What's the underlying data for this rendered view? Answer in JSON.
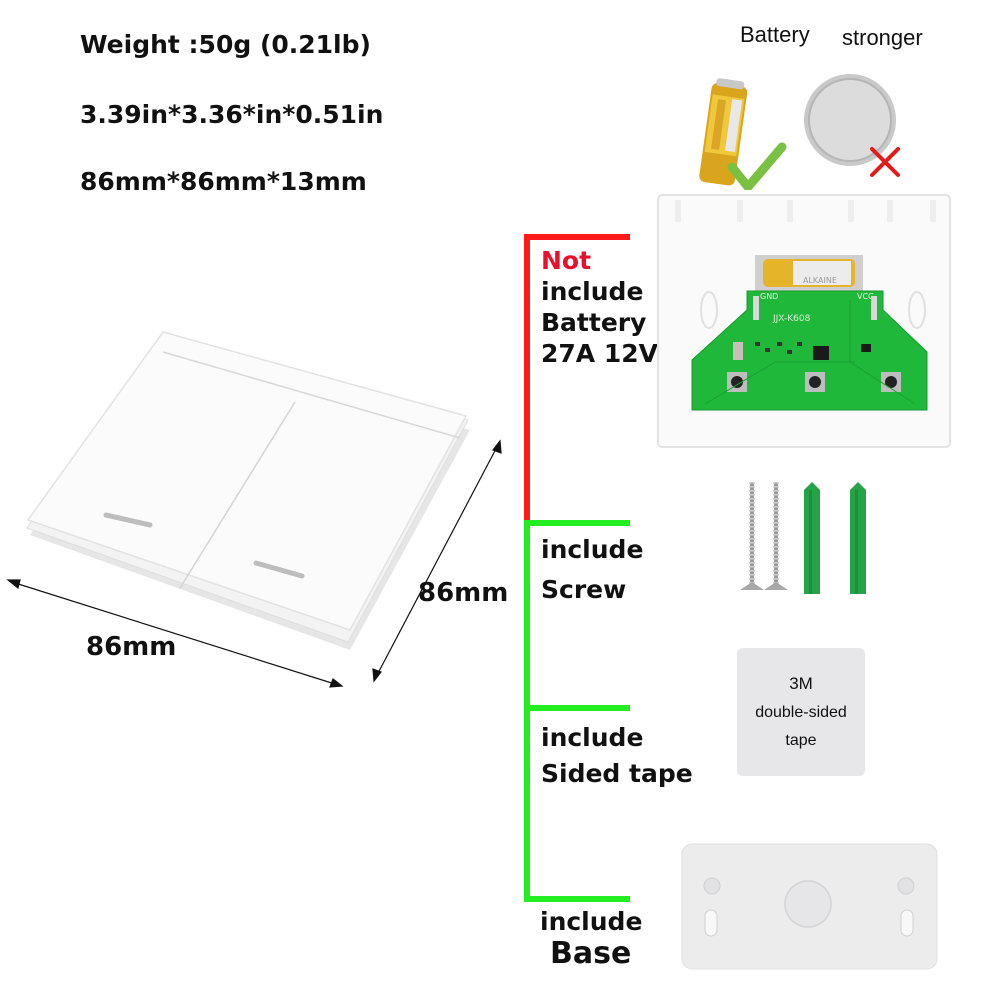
{
  "specs": {
    "weight": "Weight :50g (0.21lb)",
    "inches": "3.39in*3.36*in*0.51in",
    "millimeters": "86mm*86mm*13mm"
  },
  "battery_compare": {
    "caption_left": "Battery",
    "caption_right": "stronger",
    "recommended": {
      "type": "27A cylindrical battery",
      "mark": "check"
    },
    "not_recommended": {
      "type": "coin cell battery",
      "mark": "cross"
    }
  },
  "switch_device": {
    "width_label": "86mm",
    "height_label": "86mm",
    "buttons": 2
  },
  "pcb": {
    "model": "JJX-K608",
    "pin_left": "GND",
    "pin_right": "VCC",
    "battery_text": "ALKAINE"
  },
  "package_items": [
    {
      "status": "Not",
      "lines": [
        "include",
        "Battery",
        "27A 12V"
      ],
      "color": "#ff1a1a"
    },
    {
      "lines": [
        "include",
        "Screw"
      ],
      "color": "#22ee22"
    },
    {
      "lines": [
        "include",
        "Sided tape"
      ],
      "color": "#22ee22"
    },
    {
      "lines": [
        "include",
        "Base"
      ],
      "color": "#22ee22"
    }
  ],
  "tape_label": {
    "line1": "3M",
    "line2": "double-sided",
    "line3": "tape"
  },
  "colors": {
    "not_included": "#ff1a1a",
    "included": "#22ee22",
    "pcb_green": "#1fb83a",
    "anchor_green": "#25a447"
  }
}
